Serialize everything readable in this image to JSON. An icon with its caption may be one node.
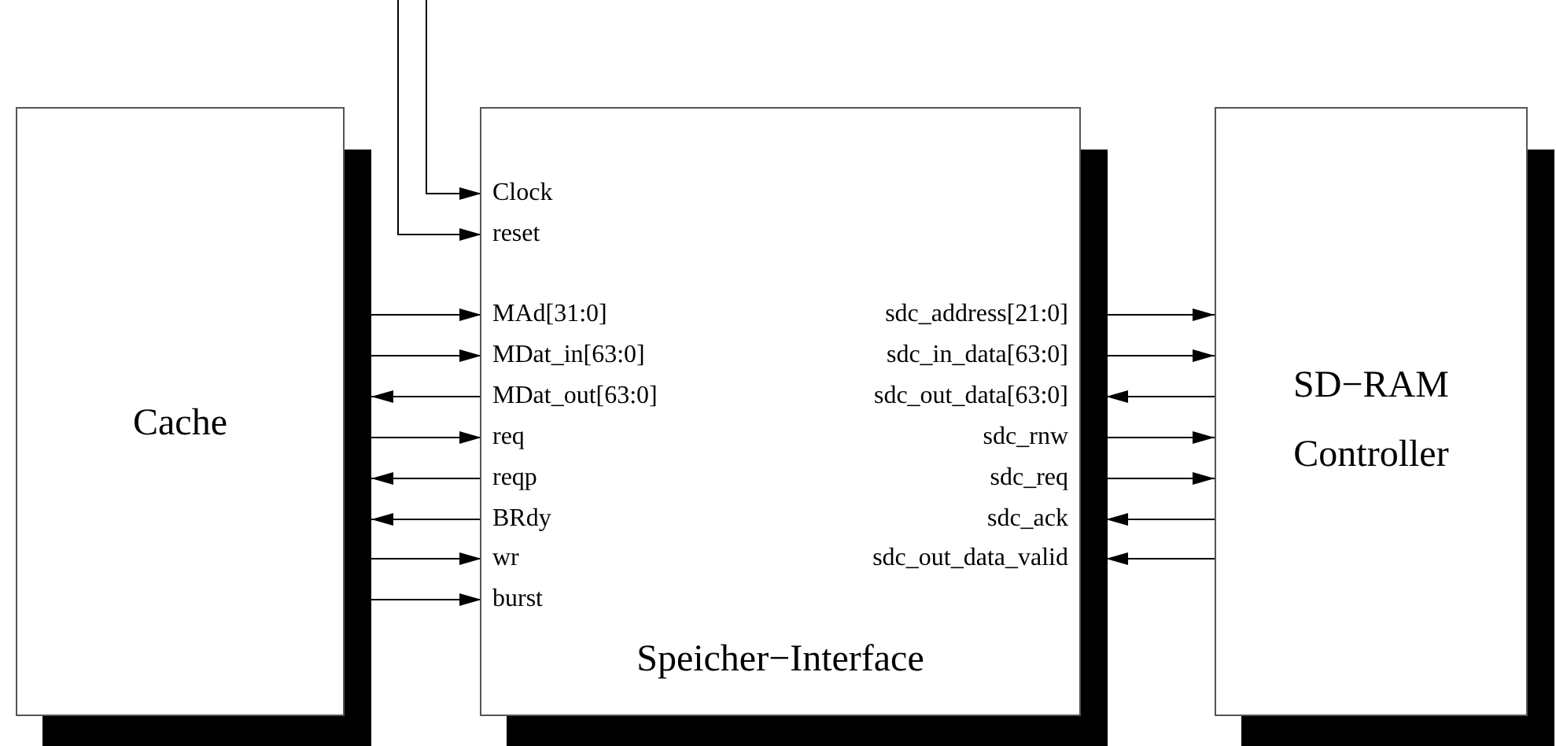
{
  "diagram": {
    "nodes": [
      {
        "text": [
          "Cache"
        ]
      },
      {
        "text": [
          "Speicher−Interface"
        ]
      },
      {
        "text": [
          "Clock"
        ],
        "in": 1
      },
      {
        "text": [
          "reset"
        ],
        "in": 1
      },
      {
        "text": [
          "MAd[31:0]"
        ],
        "in": 1
      },
      {
        "text": [
          "MDat_in[63:0]"
        ],
        "in": 1
      },
      {
        "text": [
          "MDat_out[63:0]"
        ],
        "in": 1
      },
      {
        "text": [
          "req"
        ],
        "in": 1
      },
      {
        "text": [
          "reqp"
        ],
        "in": 1
      },
      {
        "text": [
          "BRdy"
        ],
        "in": 1
      },
      {
        "text": [
          "wr"
        ],
        "in": 1
      },
      {
        "text": [
          "burst"
        ],
        "in": 1
      },
      {
        "text": [
          "sdc_address[21:0]"
        ],
        "in": 1
      },
      {
        "text": [
          "sdc_in_data[63:0]"
        ],
        "in": 1
      },
      {
        "text": [
          "sdc_out_data[63:0]"
        ],
        "in": 1
      },
      {
        "text": [
          "sdc_rnw"
        ],
        "in": 1
      },
      {
        "text": [
          "sdc_req"
        ],
        "in": 1
      },
      {
        "text": [
          "sdc_ack"
        ],
        "in": 1
      },
      {
        "text": [
          "sdc_out_data_valid"
        ],
        "in": 1
      },
      {
        "text": [
          "SD−RAM Controller"
        ]
      }
    ],
    "edges": [
      {
        "from": null,
        "to": 2,
        "arrow": "to"
      },
      {
        "from": null,
        "to": 3,
        "arrow": "to"
      },
      {
        "from": 0,
        "to": 4,
        "arrow": "to"
      },
      {
        "from": 0,
        "to": 5,
        "arrow": "to"
      },
      {
        "from": 6,
        "to": 0,
        "arrow": "to"
      },
      {
        "from": 0,
        "to": 7,
        "arrow": "to"
      },
      {
        "from": 8,
        "to": 0,
        "arrow": "to"
      },
      {
        "from": 9,
        "to": 0,
        "arrow": "to"
      },
      {
        "from": 0,
        "to": 10,
        "arrow": "to"
      },
      {
        "from": 0,
        "to": 11,
        "arrow": "to"
      },
      {
        "from": 12,
        "to": 19,
        "arrow": "to"
      },
      {
        "from": 13,
        "to": 19,
        "arrow": "to"
      },
      {
        "from": 19,
        "to": 14,
        "arrow": "to"
      },
      {
        "from": 15,
        "to": 19,
        "arrow": "to"
      },
      {
        "from": 16,
        "to": 19,
        "arrow": "to"
      },
      {
        "from": 19,
        "to": 17,
        "arrow": "to"
      },
      {
        "from": 19,
        "to": 18,
        "arrow": "to"
      }
    ]
  }
}
